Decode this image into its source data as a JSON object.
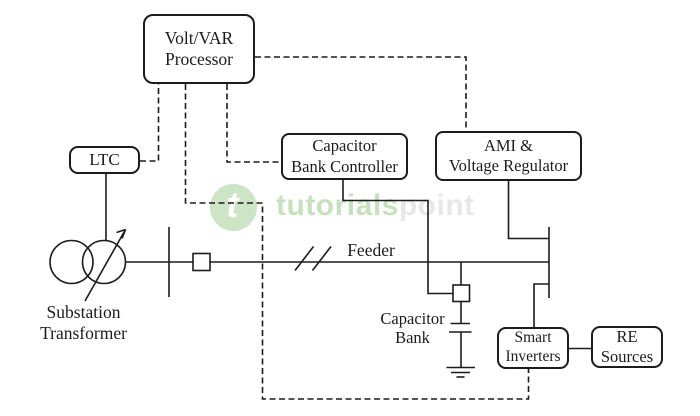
{
  "nodes": {
    "volt_var_processor": {
      "line1": "Volt/VAR",
      "line2": "Processor"
    },
    "ltc": {
      "label": "LTC"
    },
    "capacitor_bank_controller": {
      "line1": "Capacitor",
      "line2": "Bank Controller"
    },
    "ami_voltage_regulator": {
      "line1": "AMI &",
      "line2": "Voltage Regulator"
    },
    "smart_inverters": {
      "line1": "Smart",
      "line2": "Inverters"
    },
    "re_sources": {
      "line1": "RE",
      "line2": "Sources"
    }
  },
  "labels": {
    "feeder": "Feeder",
    "substation_transformer_line1": "Substation",
    "substation_transformer_line2": "Transformer",
    "capacitor_bank_line1": "Capacitor",
    "capacitor_bank_line2": "Bank"
  },
  "watermark": {
    "logo_letter": "t",
    "brand_green": "tutorials",
    "brand_gray": "point"
  },
  "colors": {
    "line": "#1c1c1c",
    "background": "#ffffff",
    "watermark_green": "#c6e2bd",
    "watermark_gray": "#e7e7e7",
    "watermark_logo": "#cde5c6"
  }
}
